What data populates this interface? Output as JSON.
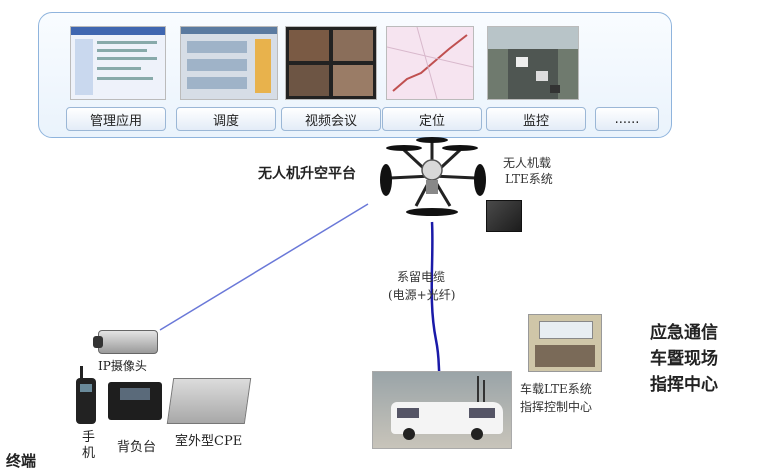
{
  "apps": [
    {
      "label": "管理应用"
    },
    {
      "label": "调度"
    },
    {
      "label": "视频会议"
    },
    {
      "label": "定位"
    },
    {
      "label": "监控"
    },
    {
      "label": "......"
    }
  ],
  "labels": {
    "uav_platform": "无人机升空平台",
    "uav_lte_1": "无人机载",
    "uav_lte_2": "LTE系统",
    "tether_1": "系留电缆",
    "tether_2": "(电源+光纤)",
    "ip_camera": "IP摄像头",
    "handset_1": "手",
    "handset_2": "机",
    "backpack": "背负台",
    "cpe": "室外型CPE",
    "terminal": "终端",
    "vehicle_lte_1": "车载LTE系统",
    "vehicle_lte_2": "指挥控制中心",
    "center_1": "应急通信",
    "center_2": "车暨现场",
    "center_3": "指挥中心"
  },
  "colors": {
    "tether_line": "#1a1aa8",
    "wireless_line": "#6a78d8",
    "panel_border": "#8fb4dd"
  }
}
